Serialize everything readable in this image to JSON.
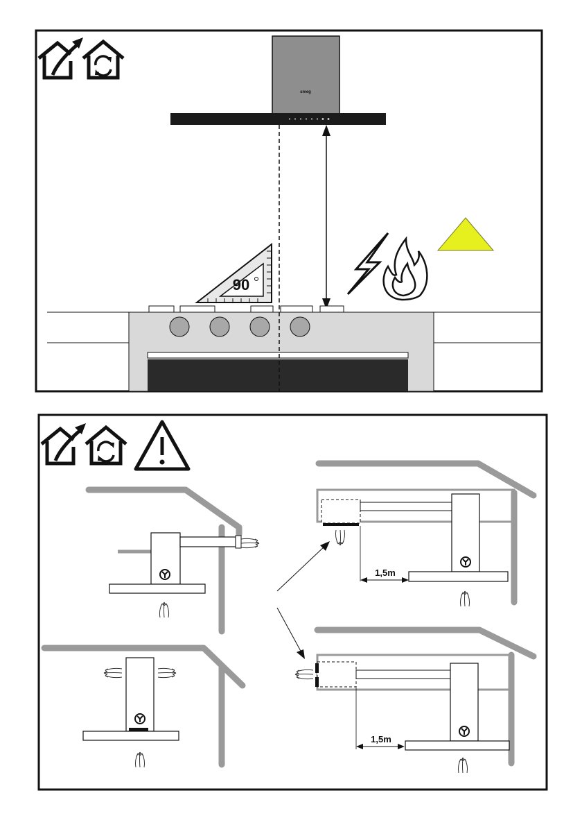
{
  "panel_top": {
    "brand_text": "smeg",
    "square_angle": "90",
    "warning_color": "#e6f01e",
    "icons": [
      "house-exhaust-icon",
      "house-recirculation-icon",
      "electric-hazard-icon",
      "fire-hazard-icon",
      "warning-triangle-icon",
      "set-square-icon"
    ]
  },
  "panel_bottom": {
    "distance_label_1": "1,5m",
    "distance_label_2": "1,5m",
    "icons": [
      "house-exhaust-icon",
      "house-recirculation-icon",
      "warning-icon",
      "fan-icon",
      "airflow-icon"
    ]
  },
  "colors": {
    "roof": "#9a9a9a",
    "hood_body": "#8c8c8c",
    "hood_bar": "#1a1a1a",
    "oven_panel": "#d9d9d9",
    "oven_door": "#2a2a2a"
  }
}
